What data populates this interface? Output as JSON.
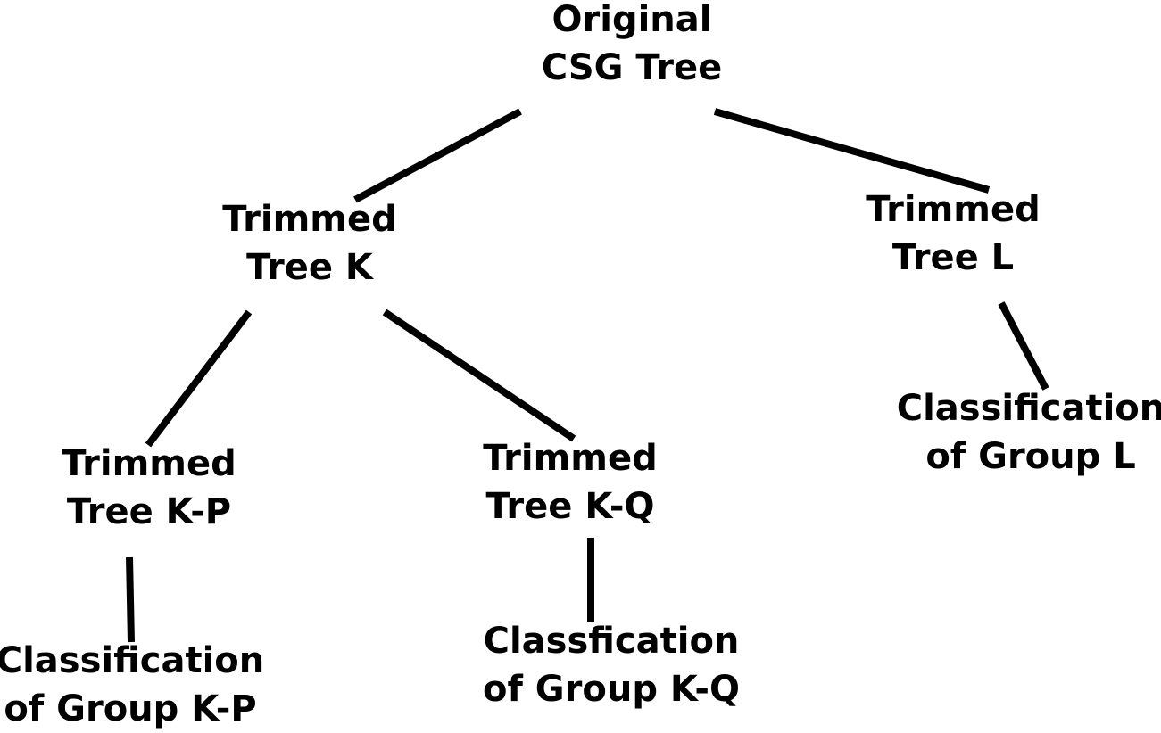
{
  "nodes": {
    "root": {
      "line1": "Original",
      "line2": "CSG Tree"
    },
    "k": {
      "line1": "Trimmed",
      "line2": "Tree K"
    },
    "l": {
      "line1": "Trimmed",
      "line2": "Tree L"
    },
    "kp": {
      "line1": "Trimmed",
      "line2": "Tree K-P"
    },
    "kq": {
      "line1": "Trimmed",
      "line2": "Tree K-Q"
    },
    "class_l": {
      "line1": "Classification",
      "line2": "of Group L"
    },
    "class_kp": {
      "line1": "Classification",
      "line2": "of Group K-P"
    },
    "class_kq": {
      "line1": "Classfication",
      "line2": "of Group K-Q"
    }
  },
  "edges": [
    {
      "from": "root",
      "to": "k"
    },
    {
      "from": "root",
      "to": "l"
    },
    {
      "from": "k",
      "to": "kp"
    },
    {
      "from": "k",
      "to": "kq"
    },
    {
      "from": "l",
      "to": "class_l"
    },
    {
      "from": "kp",
      "to": "class_kp"
    },
    {
      "from": "kq",
      "to": "class_kq"
    }
  ],
  "colors": {
    "line": "#000000",
    "text": "#000000",
    "background": "#ffffff"
  }
}
